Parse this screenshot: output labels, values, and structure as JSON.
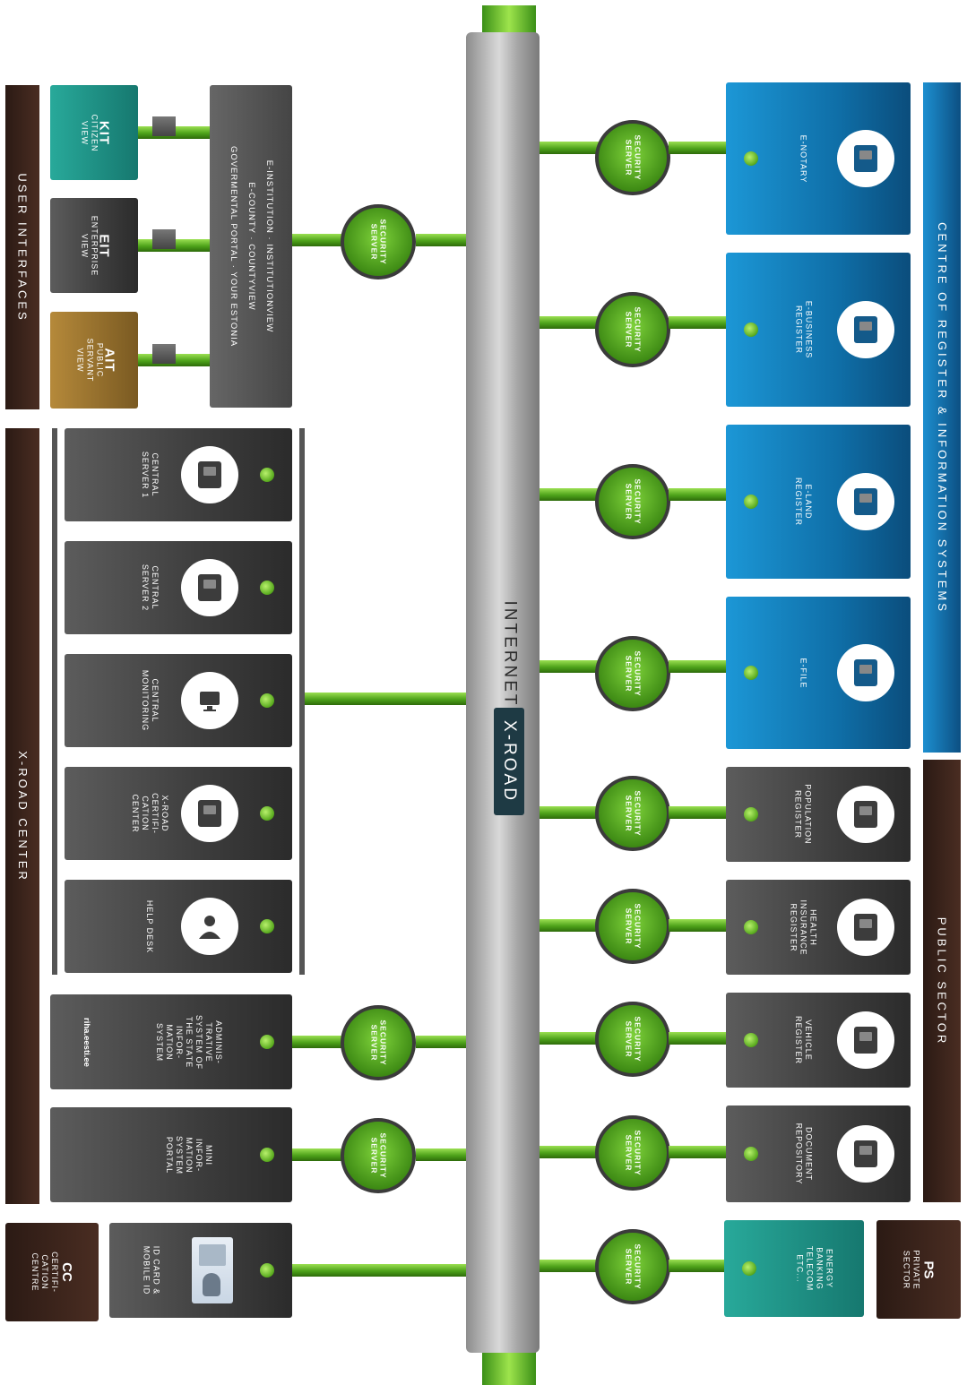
{
  "diagram": {
    "backbone": {
      "label_internet": "INTERNET",
      "label_xroad": "X-ROAD"
    },
    "side_labels": {
      "user_interfaces": "USER INTERFACES",
      "xroad_center": "X-ROAD CENTER",
      "centre_of_register": "CENTRE OF REGISTER & INFORMATION SYSTEMS",
      "public_sector": "PUBLIC SECTOR"
    },
    "security_server_label": "SECURITY\nSERVER",
    "user_interfaces": [
      {
        "code": "KIT",
        "name": "CITIZEN\nVIEW"
      },
      {
        "code": "EIT",
        "name": "ENTERPRISE\nVIEW"
      },
      {
        "code": "AIT",
        "name": "PUBLIC\nSERVANT\nVIEW"
      }
    ],
    "portal_lines": [
      "E-INSTITUTION · INSTITUTIONVIEW",
      "E-COUNTY · COUNTYVIEW",
      "GOVERMENTAL PORTAL · YOUR ESTONIA"
    ],
    "xroad_center_items": [
      "CENTRAL\nSERVER 1",
      "CENTRAL\nSERVER 2",
      "CENTRAL\nMONITORING",
      "X-ROAD\nCERTIFI-\nCATION\nCENTER",
      "HELP DESK"
    ],
    "left_secured": [
      {
        "name": "ADMINIS-\nTRATIVE\nSYSTEM OF\nTHE STATE\nINFOR-\nMATION\nSYSTEM",
        "url": "riha.eesti.ee"
      },
      {
        "name": "MINI\nINFOR-\nMATION\nSYSTEM\nPORTAL",
        "url": ""
      }
    ],
    "cc": {
      "code": "CC",
      "name": "CERTIFI-\nCATION\nCENTRE",
      "item": "ID CARD &\nMOBILE ID"
    },
    "centre_registers": [
      "E-NOTARY",
      "E-BUSINESS\nREGISTER",
      "E-LAND\nREGISTER",
      "E-FILE"
    ],
    "public_registers": [
      "POPULATION\nREGISTER",
      "HEALTH\nINSURANCE\nREGISTER",
      "VEHICLE\nREGISTER",
      "DOCUMENT\nREPOSITORY"
    ],
    "ps": {
      "code": "PS",
      "name": "PRIVATE\nSECTOR",
      "item": "ENERGY\nBANKING\nTELECOM\nETC..."
    },
    "colors": {
      "green": "#56a81c",
      "blue": "#1c97d6",
      "brown": "#3a241b",
      "teal": "#1f8f84",
      "gold": "#9a7430"
    }
  }
}
